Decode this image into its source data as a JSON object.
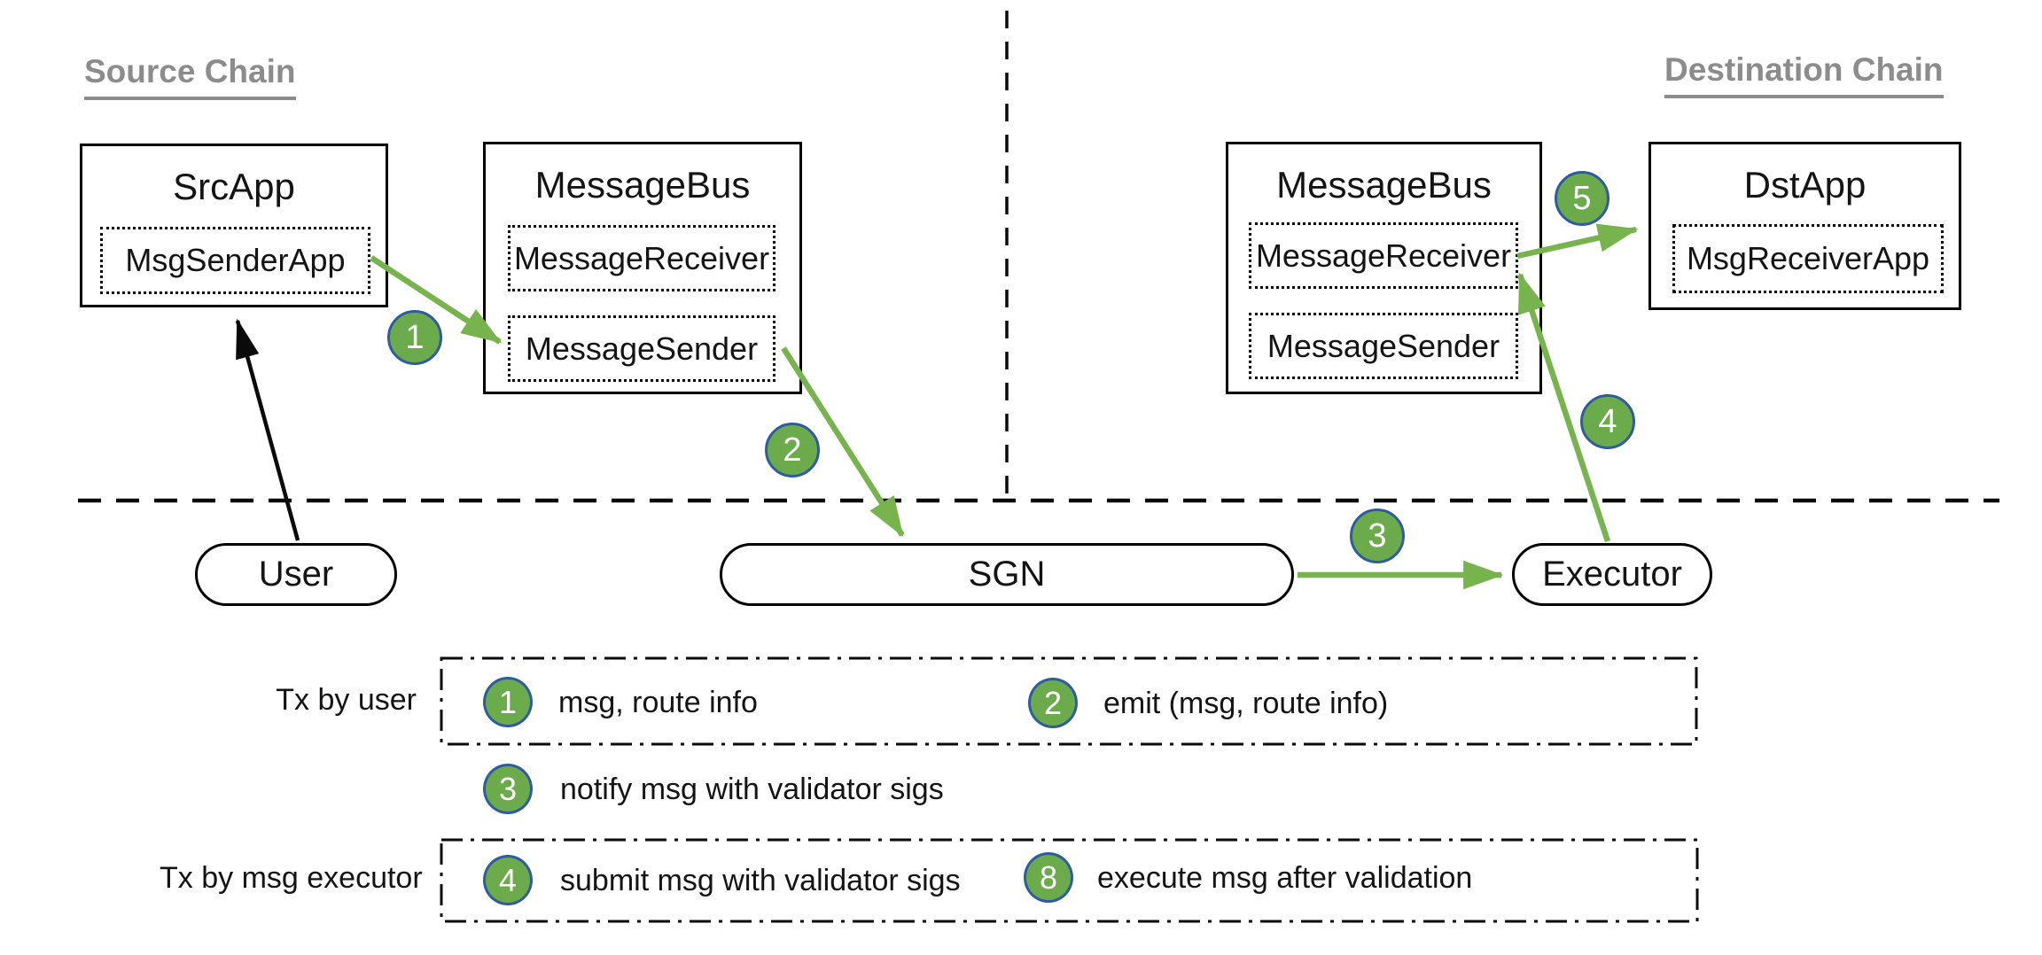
{
  "headings": {
    "source_chain": "Source Chain",
    "destination_chain": "Destination Chain"
  },
  "boxes": {
    "src_app": {
      "title": "SrcApp",
      "inner": "MsgSenderApp"
    },
    "msgbus_src": {
      "title": "MessageBus",
      "inner_receiver": "MessageReceiver",
      "inner_sender": "MessageSender"
    },
    "msgbus_dst": {
      "title": "MessageBus",
      "inner_receiver": "MessageReceiver",
      "inner_sender": "MessageSender"
    },
    "dst_app": {
      "title": "DstApp",
      "inner": "MsgReceiverApp"
    }
  },
  "nodes": {
    "user": "User",
    "sgn": "SGN",
    "executor": "Executor"
  },
  "step_markers": {
    "s1": "1",
    "s2": "2",
    "s3": "3",
    "s4": "4",
    "s5": "5"
  },
  "legend": {
    "row1_label": "Tx by user",
    "row2_label": "Tx by msg executor",
    "items": [
      {
        "num": "1",
        "text": "msg, route info"
      },
      {
        "num": "2",
        "text": "emit (msg, route info)"
      },
      {
        "num": "3",
        "text": "notify msg with validator sigs"
      },
      {
        "num": "4",
        "text": "submit msg with validator sigs"
      },
      {
        "num": "8",
        "text": "execute msg after validation"
      }
    ]
  },
  "colors": {
    "green": "#6CAB4C",
    "arrow_green": "#77B44E",
    "circle_border": "#2E5C9E",
    "heading_gray": "#8C8C8C"
  }
}
